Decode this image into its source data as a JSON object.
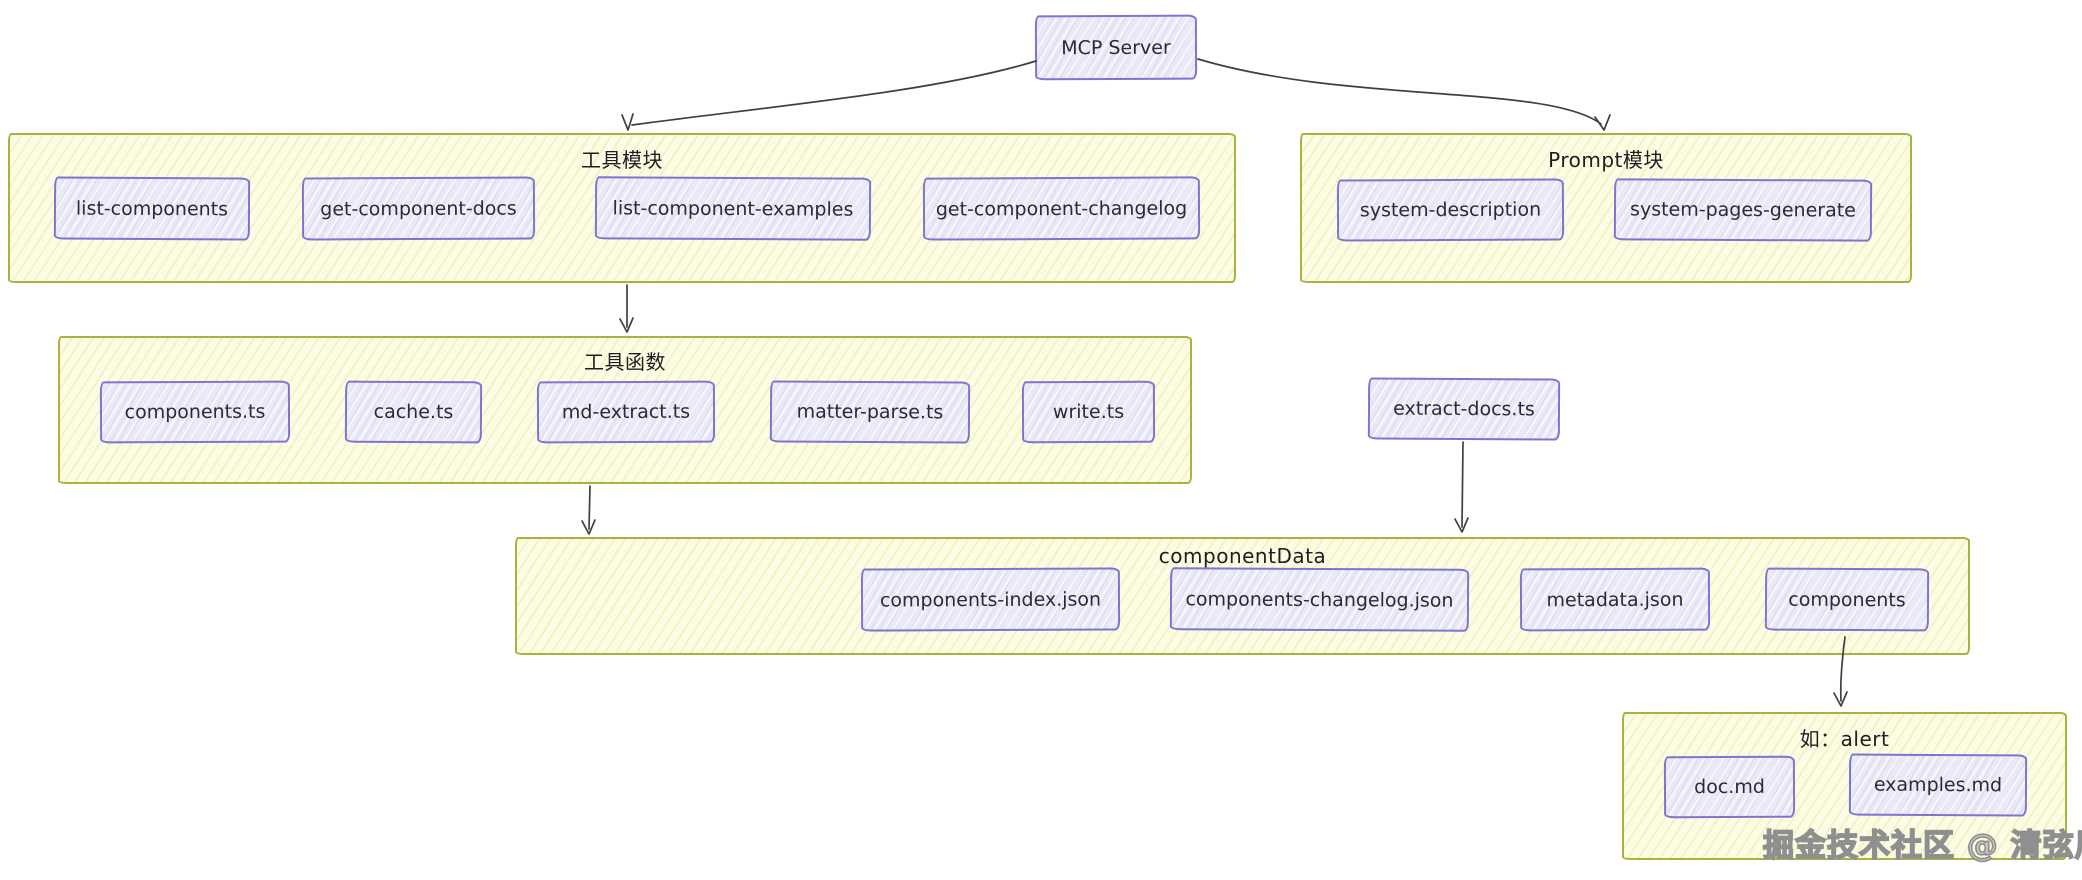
{
  "root_node": {
    "label": "MCP Server"
  },
  "groups": {
    "tools": {
      "label": "工具模块",
      "items": [
        {
          "label": "list-components"
        },
        {
          "label": "get-component-docs"
        },
        {
          "label": "list-component-examples"
        },
        {
          "label": "get-component-changelog"
        }
      ]
    },
    "prompt": {
      "label": "Prompt模块",
      "items": [
        {
          "label": "system-description"
        },
        {
          "label": "system-pages-generate"
        }
      ]
    },
    "utils": {
      "label": "工具函数",
      "items": [
        {
          "label": "components.ts"
        },
        {
          "label": "cache.ts"
        },
        {
          "label": "md-extract.ts"
        },
        {
          "label": "matter-parse.ts"
        },
        {
          "label": "write.ts"
        }
      ]
    },
    "component_data": {
      "label": "componentData",
      "items": [
        {
          "label": "components-index.json"
        },
        {
          "label": "components-changelog.json"
        },
        {
          "label": "metadata.json"
        },
        {
          "label": "components"
        }
      ]
    },
    "alert_example": {
      "label": "如：alert",
      "items": [
        {
          "label": "doc.md"
        },
        {
          "label": "examples.md"
        }
      ]
    }
  },
  "standalone_nodes": {
    "extract_docs": {
      "label": "extract-docs.ts"
    }
  },
  "watermark": "掘金技术社区 @ 清弦居士",
  "colors": {
    "group_fill": "#fcfce2",
    "group_border": "#a9b23d",
    "node_fill": "#eae9f8",
    "node_border": "#8075ce",
    "arrow": "#404040",
    "text": "#2b2b35",
    "watermark": "#8f8f8f"
  }
}
